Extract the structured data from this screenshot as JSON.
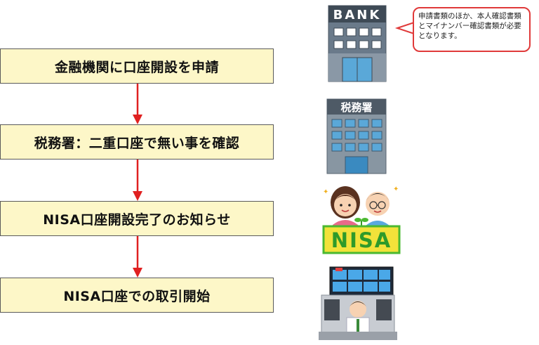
{
  "steps": [
    {
      "label": "金融機関に口座開設を申請"
    },
    {
      "label": "税務署：二重口座で無い事を確認"
    },
    {
      "label": "NISA口座開設完了のお知らせ"
    },
    {
      "label": "NISA口座での取引開始"
    }
  ],
  "callout": {
    "text": "申請書類のほか、本人確認書類とマイナンバー確認書類が必要となります。"
  },
  "illustrations": {
    "bank": {
      "sign": "BANK"
    },
    "tax_office": {
      "sign": "税務署"
    },
    "nisa_couple": {
      "sign": "NISA"
    }
  },
  "colors": {
    "box_fill": "#fdf7c8",
    "box_border": "#5a5a5a",
    "arrow": "#e02020",
    "callout_border": "#e03a3a",
    "bank_building": "#6a7a8a",
    "window": "#5aa8d8",
    "nisa_green": "#4ab830"
  }
}
